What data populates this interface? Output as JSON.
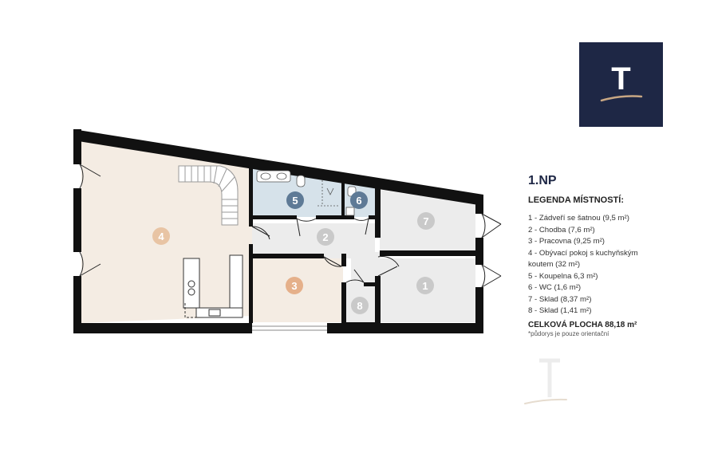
{
  "logo": {
    "letter": "T"
  },
  "legend": {
    "floor": "1.NP",
    "heading": "LEGENDA MÍSTNOSTÍ:",
    "items": [
      "1 - Zádveří se šatnou (9,5 m²)",
      "2 - Chodba (7,6 m²)",
      "3 - Pracovna (9,25 m²)",
      "4 - Obývací pokoj s kuchyňským koutem (32 m²)",
      "5 - Koupelna 6,3 m²)",
      "6 - WC (1,6 m²)",
      "7 - Sklad (8,37 m²)",
      "8 - Sklad (1,41 m²)"
    ],
    "total": "CELKOVÁ PLOCHA 88,18 m²",
    "note": "*půdorys je pouze orientační"
  },
  "rooms": [
    {
      "label": "4",
      "fill": "#f4ece3",
      "badge": "#e8c4a4"
    },
    {
      "label": "5",
      "fill": "#d6e2ea",
      "badge": "#5e7a96"
    },
    {
      "label": "6",
      "fill": "#d6e2ea",
      "badge": "#5e7a96"
    },
    {
      "label": "7",
      "fill": "#ececec",
      "badge": "#c9c9c9"
    },
    {
      "label": "2",
      "fill": "#ececec",
      "badge": "#c9c9c9"
    },
    {
      "label": "3",
      "fill": "#f4ece3",
      "badge": "#e5b08a"
    },
    {
      "label": "8",
      "fill": "#ececec",
      "badge": "#c9c9c9"
    },
    {
      "label": "1",
      "fill": "#ececec",
      "badge": "#c9c9c9"
    }
  ],
  "colors": {
    "wall": "#111111",
    "brand": "#1e2745",
    "accent": "#c7a683"
  }
}
